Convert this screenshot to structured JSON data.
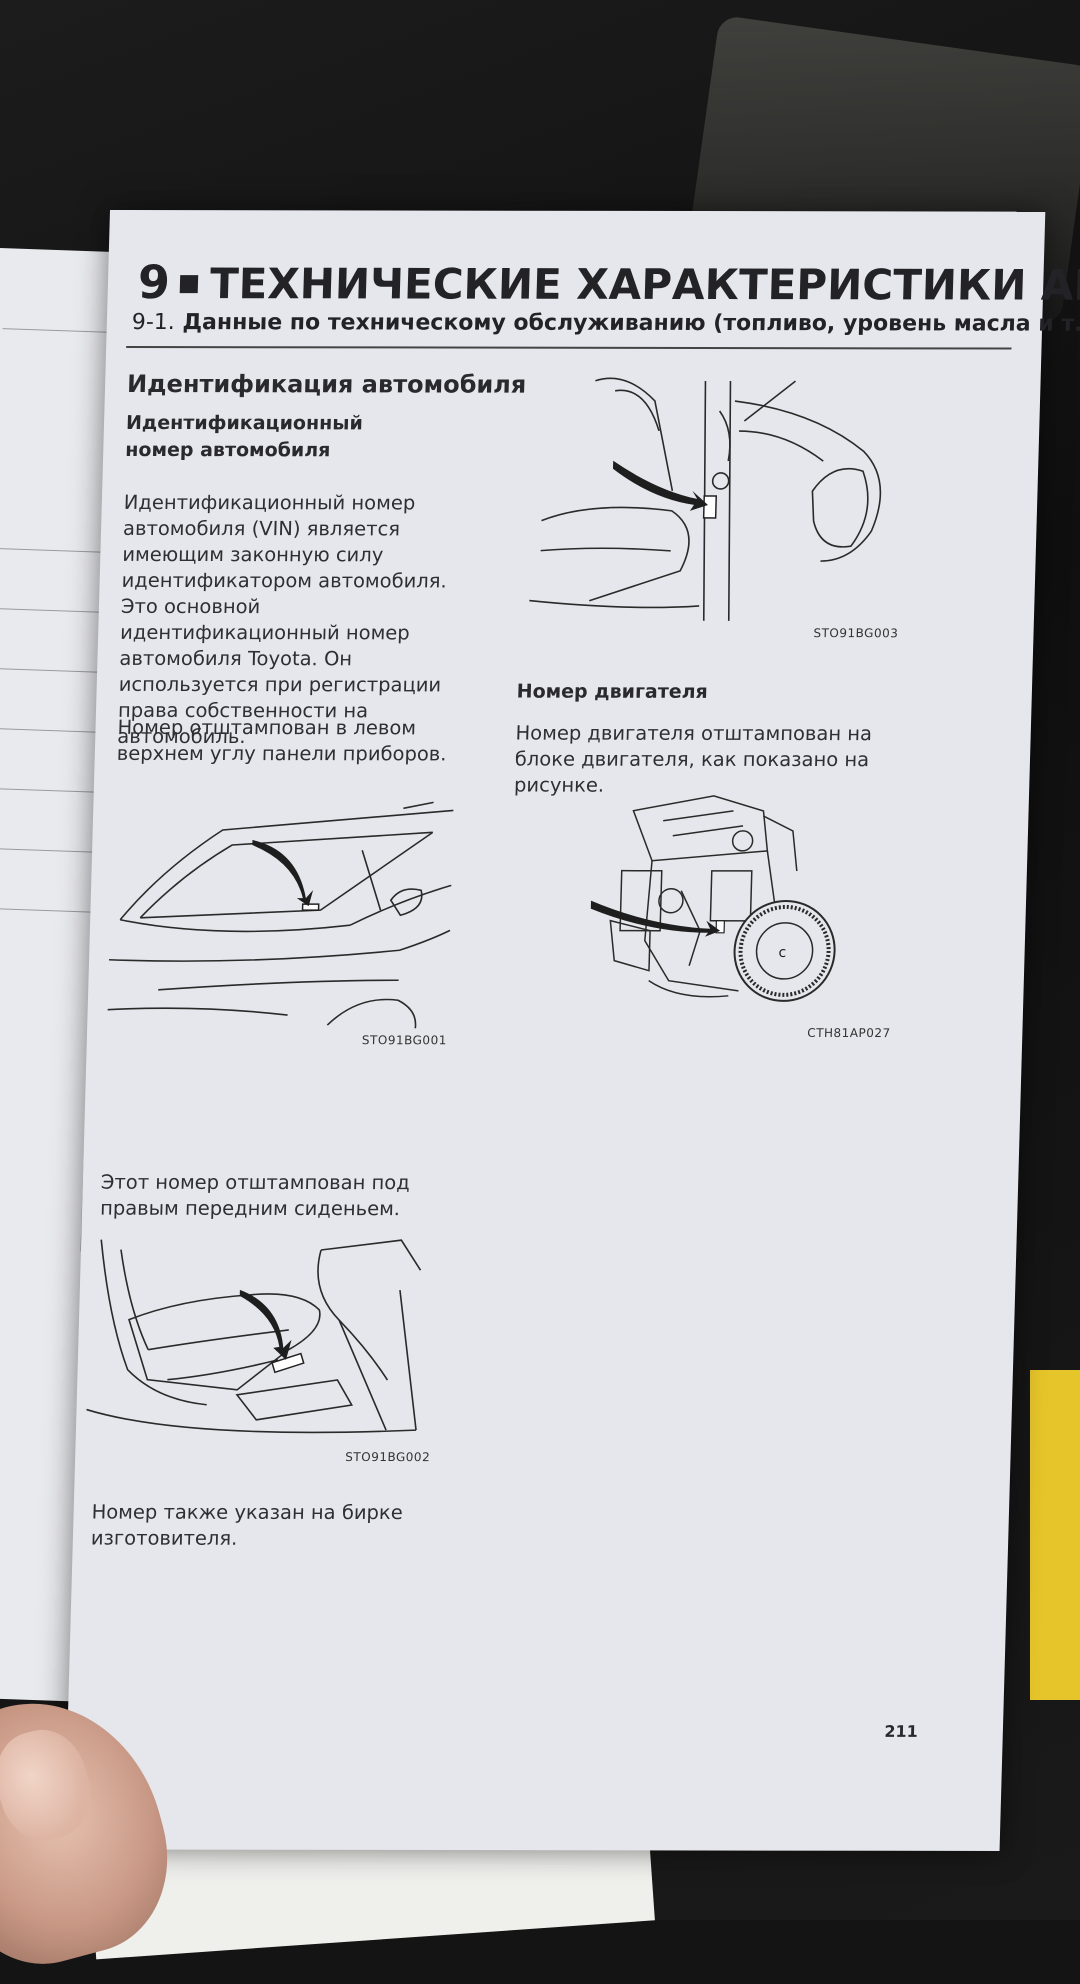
{
  "chapter": {
    "number": "9",
    "title": "ТЕХНИЧЕСКИЕ ХАРАКТЕРИСТИКИ АВТОМОБИЛЯ"
  },
  "section": {
    "number": "9-1.",
    "title": "Данные по техническому обслуживанию (топливо, уровень масла и т. д.)"
  },
  "identification": {
    "heading": "Идентификация автомобиля",
    "subheading": "Идентификационный номер автомобиля",
    "paragraph1": "Идентификационный номер автомобиля (VIN) является имеющим законную силу идентификатором автомобиля. Это основной идентификационный номер автомобиля Toyota. Он используется при регистрации права собственности на автомобиль.",
    "paragraph2": "Номер отштампован в левом верхнем углу панели приборов.",
    "paragraph3": "Этот номер отштампован под правым передним сиденьем.",
    "paragraph4": "Номер также указан на бирке изготовителя."
  },
  "figures": {
    "dashboard": "STO91BG001",
    "seat": "STO91BG002",
    "pillar": "STO91BG003",
    "engine": "CTH81AP027"
  },
  "engine": {
    "heading": "Номер двигателя",
    "paragraph": "Номер двигателя отштампован на блоке двигателя, как показано на рисунке."
  },
  "page_number": "211"
}
